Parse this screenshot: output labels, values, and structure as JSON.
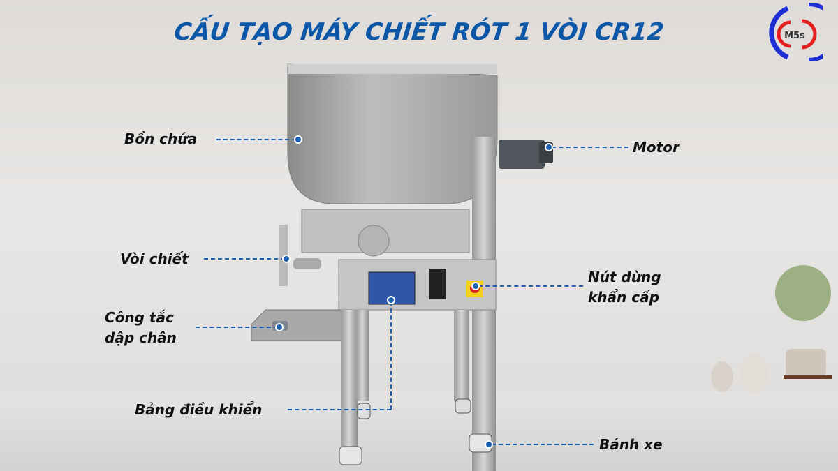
{
  "title": "CẤU TẠO MÁY CHIẾT RÓT 1 VÒI CR12",
  "logo": {
    "text": "M5s",
    "colors": {
      "outer": "#1f2fd6",
      "inner": "#e32020"
    }
  },
  "labels": {
    "tank": "Bồn chứa",
    "motor": "Motor",
    "nozzle": "Vòi chiết",
    "emergency_stop": [
      "Nút dừng",
      "khẩn cấp"
    ],
    "foot_switch": [
      "Công tắc",
      "dập chân"
    ],
    "control_panel": "Bảng điều khiển",
    "wheels": "Bánh xe"
  },
  "colors": {
    "accent": "#1b5fae",
    "title": "#0c57a8"
  }
}
